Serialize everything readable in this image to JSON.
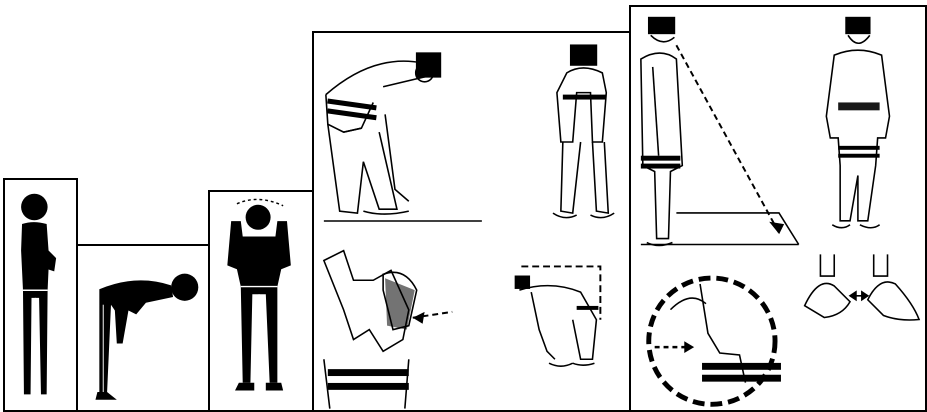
{
  "figure": {
    "panels": [
      {
        "id": "p1",
        "name": "standing-silhouette-panel",
        "figure": "standing"
      },
      {
        "id": "p2",
        "name": "bowing-silhouette-panel",
        "figure": "bowing"
      },
      {
        "id": "p3",
        "name": "hands-raised-silhouette-panel",
        "figure": "hands-raised"
      },
      {
        "id": "p4",
        "name": "bowing-drawings-panel",
        "figure": "ruku-details"
      },
      {
        "id": "p5",
        "name": "standing-drawings-panel",
        "figure": "qiyam-details"
      }
    ],
    "colors": {
      "ink": "#000000",
      "paper": "#ffffff"
    }
  }
}
